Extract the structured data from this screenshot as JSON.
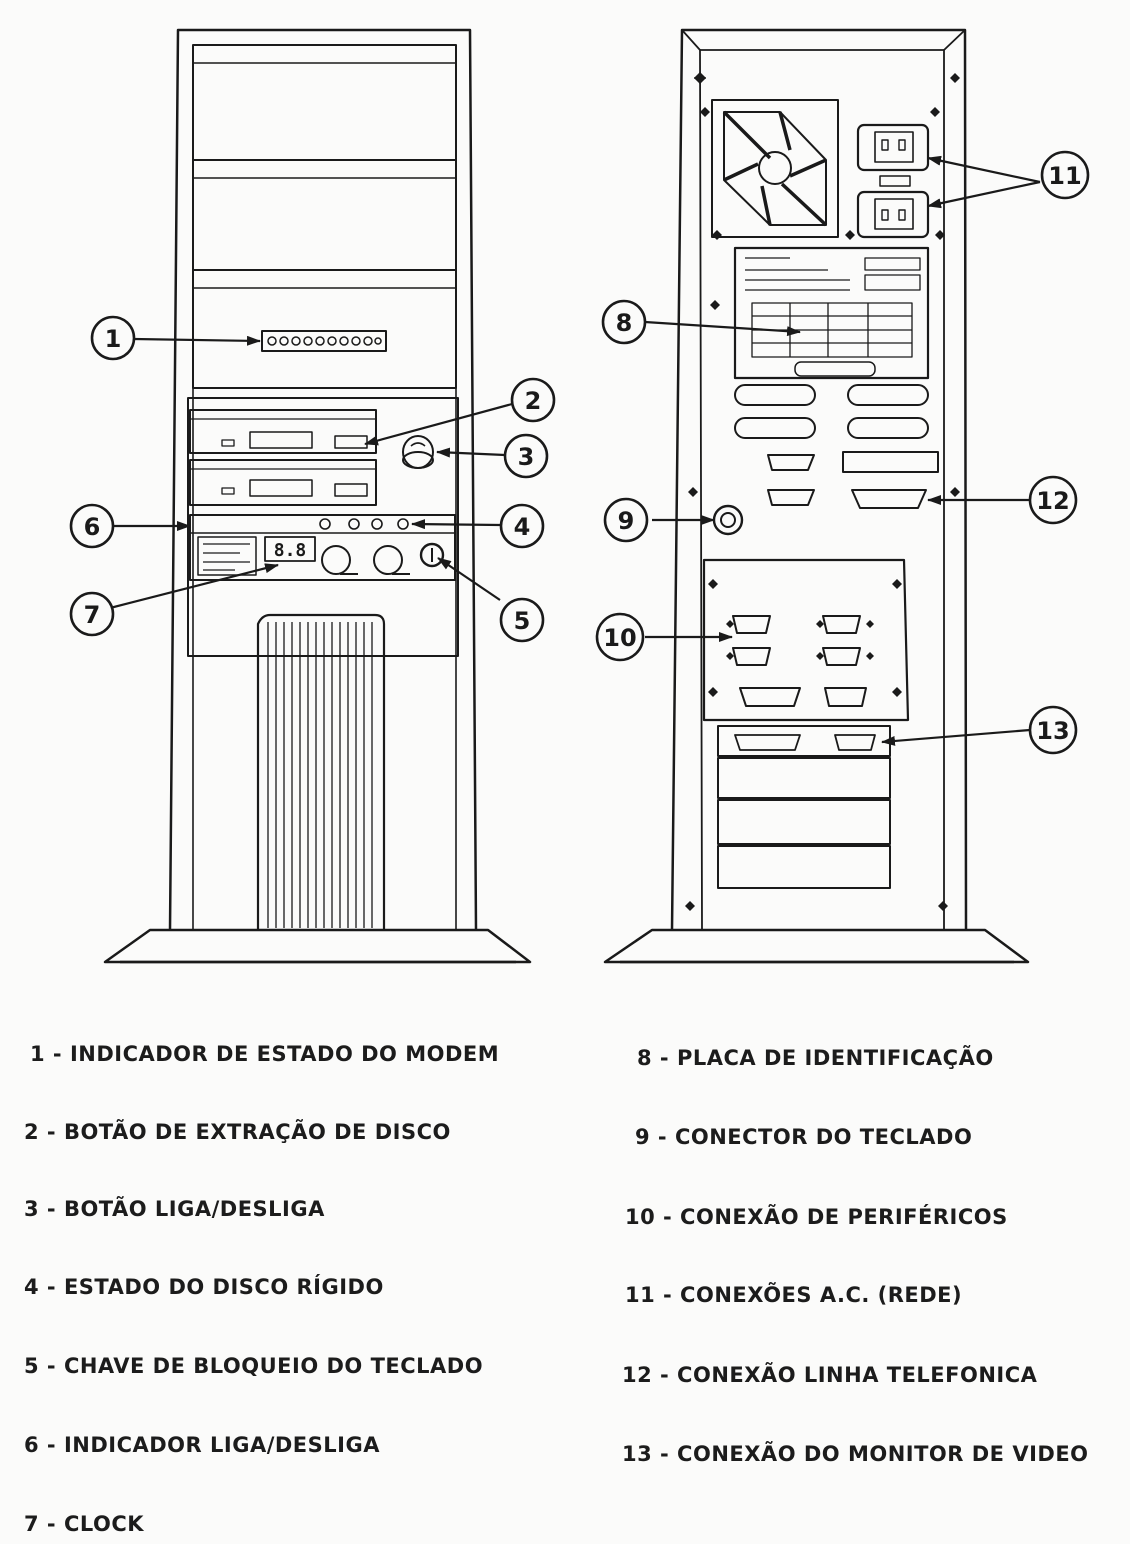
{
  "callouts": [
    "1",
    "2",
    "3",
    "4",
    "5",
    "6",
    "7",
    "8",
    "9",
    "10",
    "11",
    "12",
    "13"
  ],
  "front_display": "8.8",
  "legend_left": [
    "1 - INDICADOR DE ESTADO DO MODEM",
    "2 - BOTÃO DE EXTRAÇÃO DE DISCO",
    "3 - BOTÃO LIGA/DESLIGA",
    "4 - ESTADO DO DISCO RÍGIDO",
    "5 - CHAVE DE BLOQUEIO DO TECLADO",
    "6 - INDICADOR LIGA/DESLIGA",
    "7 - CLOCK"
  ],
  "legend_right": [
    "8 - PLACA DE IDENTIFICAÇÃO",
    "9 - CONECTOR DO TECLADO",
    "10 - CONEXÃO DE PERIFÉRICOS",
    "11 - CONEXÕES A.C. (REDE)",
    "12 - CONEXÃO LINHA TELEFONICA",
    "13 - CONEXÃO DO MONITOR DE VIDEO"
  ]
}
